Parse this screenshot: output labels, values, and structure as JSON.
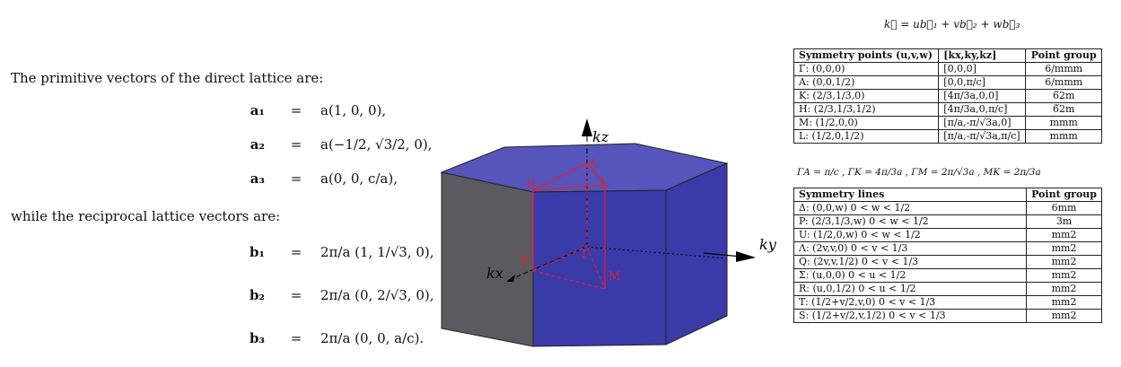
{
  "intro_text": "The primitive vectors of the direct lattice are:",
  "direct_vectors": [
    {
      "lhs": "a₁",
      "rhs": "a(1, 0, 0),"
    },
    {
      "lhs": "a₂",
      "rhs": "a(−1/2, √3/2, 0),"
    },
    {
      "lhs": "a₃",
      "rhs": "a(0, 0, c/a),"
    }
  ],
  "reciprocal_text": "while the reciprocal lattice vectors are:",
  "reciprocal_vectors": [
    {
      "lhs": "b₁",
      "rhs": "2π/a (1, 1/√3, 0),"
    },
    {
      "lhs": "b₂",
      "rhs": "2π/a (0, 2/√3, 0),"
    },
    {
      "lhs": "b₃",
      "rhs": "2π/a (0, 0, a/c)."
    }
  ],
  "equals_sign": "=",
  "figure": {
    "axis_kz": "kz",
    "axis_ky": "ky",
    "axis_kx": "kx",
    "points": {
      "A": "A",
      "H": "H",
      "L": "L",
      "G": "Γ",
      "K": "K",
      "M": "M"
    },
    "colors": {
      "top": "#5555bb",
      "front": "#3a3aa8",
      "side": "#5a5a60",
      "path": "#e0203a"
    }
  },
  "k_formula": "k⃗ = ub⃗₁ + vb⃗₂ + wb⃗₃",
  "points_table": {
    "headers": [
      "Symmetry points (u,v,w)",
      "[kx,ky,kz]",
      "Point group"
    ],
    "rows": [
      [
        "Γ: (0,0,0)",
        "[0,0,0]",
        "6/mmm"
      ],
      [
        "A: (0,0,1/2)",
        "[0,0,π/c]",
        "6/mmm"
      ],
      [
        "K: (2/3,1/3,0)",
        "[4π/3a,0,0]",
        "6̅2m"
      ],
      [
        "H: (2/3,1/3,1/2)",
        "[4π/3a,0,π/c]",
        "6̅2m"
      ],
      [
        "M: (1/2,0,0)",
        "[π/a,-π/√3a,0]",
        "mmm"
      ],
      [
        "L: (1/2,0,1/2)",
        "[π/a,-π/√3a,π/c]",
        "mmm"
      ]
    ]
  },
  "distances": "ΓA = π/c ,   ΓK = 4π/3a ,   ΓM = 2π/√3a ,   MK = 2π/3a",
  "lines_table": {
    "headers": [
      "Symmetry lines",
      "Point group"
    ],
    "rows": [
      [
        "Δ: (0,0,w)  0 < w < 1/2",
        "6mm"
      ],
      [
        "P: (2/3,1/3,w)  0 < w < 1/2",
        "3m"
      ],
      [
        "U: (1/2,0,w)  0 < w < 1/2",
        "mm2"
      ],
      [
        "Λ: (2v,v,0)  0 < v < 1/3",
        "mm2"
      ],
      [
        "Q: (2v,v,1/2)  0 < v < 1/3",
        "mm2"
      ],
      [
        "Σ: (u,0,0)  0 < u < 1/2",
        "mm2"
      ],
      [
        "R: (u,0,1/2)  0 < u < 1/2",
        "mm2"
      ],
      [
        "T: (1/2+v/2,v,0)  0 < v < 1/3",
        "mm2"
      ],
      [
        "S: (1/2+v/2,v,1/2)  0 < v < 1/3",
        "mm2"
      ]
    ]
  }
}
